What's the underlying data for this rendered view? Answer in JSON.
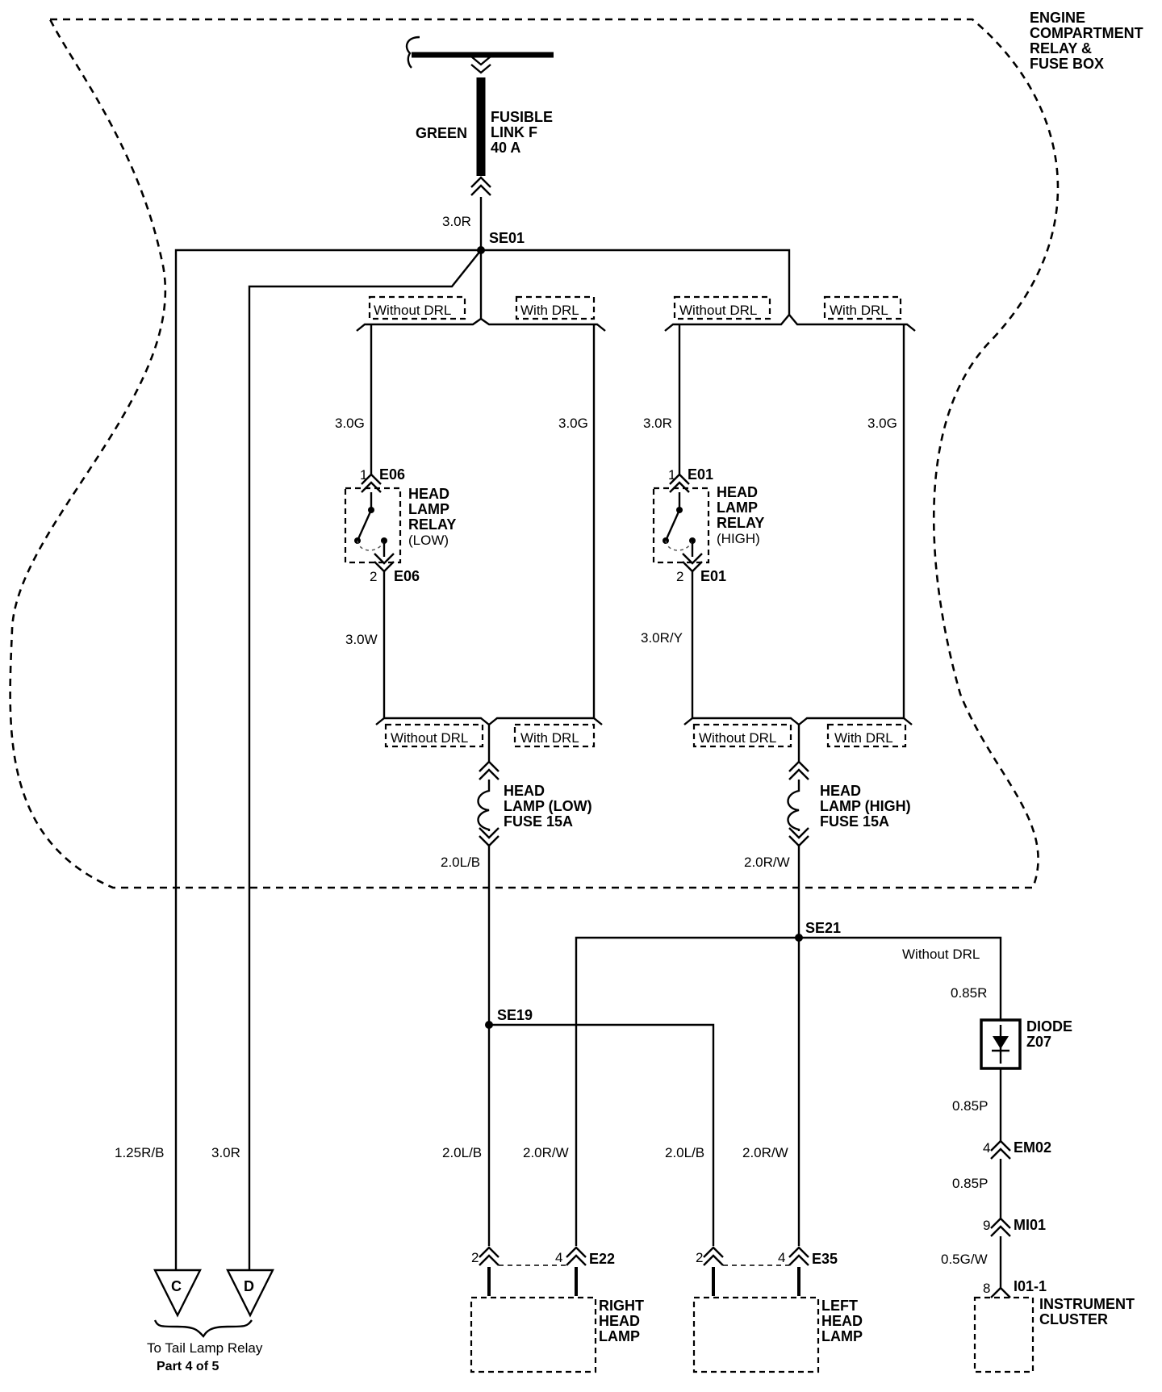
{
  "box": {
    "title": [
      "ENGINE",
      "COMPARTMENT",
      "RELAY &",
      "FUSE BOX"
    ]
  },
  "fusible_link": {
    "color": "GREEN",
    "label": [
      "FUSIBLE",
      "LINK F",
      "40 A"
    ]
  },
  "splices": {
    "se01": "SE01",
    "se21": "SE21",
    "se19": "SE19"
  },
  "drl": {
    "without": "Without DRL",
    "with": "With DRL"
  },
  "relays": {
    "low": {
      "pin_in": "1",
      "pin_out": "2",
      "conn": "E06",
      "label": [
        "HEAD",
        "LAMP",
        "RELAY",
        "(LOW)"
      ]
    },
    "high": {
      "pin_in": "1",
      "pin_out": "2",
      "conn": "E01",
      "label": [
        "HEAD",
        "LAMP",
        "RELAY",
        "(HIGH)"
      ]
    }
  },
  "fuses": {
    "low": [
      "HEAD",
      "LAMP (LOW)",
      "FUSE 15A"
    ],
    "high": [
      "HEAD",
      "LAMP (HIGH)",
      "FUSE 15A"
    ]
  },
  "wires": {
    "main": "3.0R",
    "low_nodrl": "3.0G",
    "low_drl": "3.0G",
    "high_nodrl": "3.0R",
    "high_drl": "3.0G",
    "low_relay_out": "3.0W",
    "high_relay_out": "3.0R/Y",
    "low_fuse_out": "2.0L/B",
    "high_fuse_out": "2.0R/W",
    "to_c": "1.25R/B",
    "to_d": "3.0R",
    "rh_a": "2.0L/B",
    "rh_b": "2.0R/W",
    "lh_a": "2.0L/B",
    "lh_b": "2.0R/W",
    "diode_in": "0.85R",
    "diode_out": "0.85P",
    "em02_out": "0.85P",
    "mi01_out": "0.5G/W"
  },
  "connectors": {
    "e22": "E22",
    "e35": "E35",
    "em02": "EM02",
    "mi01": "MI01",
    "i01": "I01-1",
    "pin2": "2",
    "pin4": "4",
    "em02_pin": "4",
    "mi01_pin": "9",
    "i01_pin": "8"
  },
  "diode": {
    "condition": "Without DRL",
    "label": [
      "DIODE",
      "Z07"
    ]
  },
  "components": {
    "right_lamp": [
      "RIGHT",
      "HEAD",
      "LAMP"
    ],
    "left_lamp": [
      "LEFT",
      "HEAD",
      "LAMP"
    ],
    "cluster": [
      "INSTRUMENT",
      "CLUSTER"
    ]
  },
  "offpage": {
    "c": "C",
    "d": "D",
    "note": "To Tail Lamp Relay",
    "part": "Part 4 of 5"
  }
}
